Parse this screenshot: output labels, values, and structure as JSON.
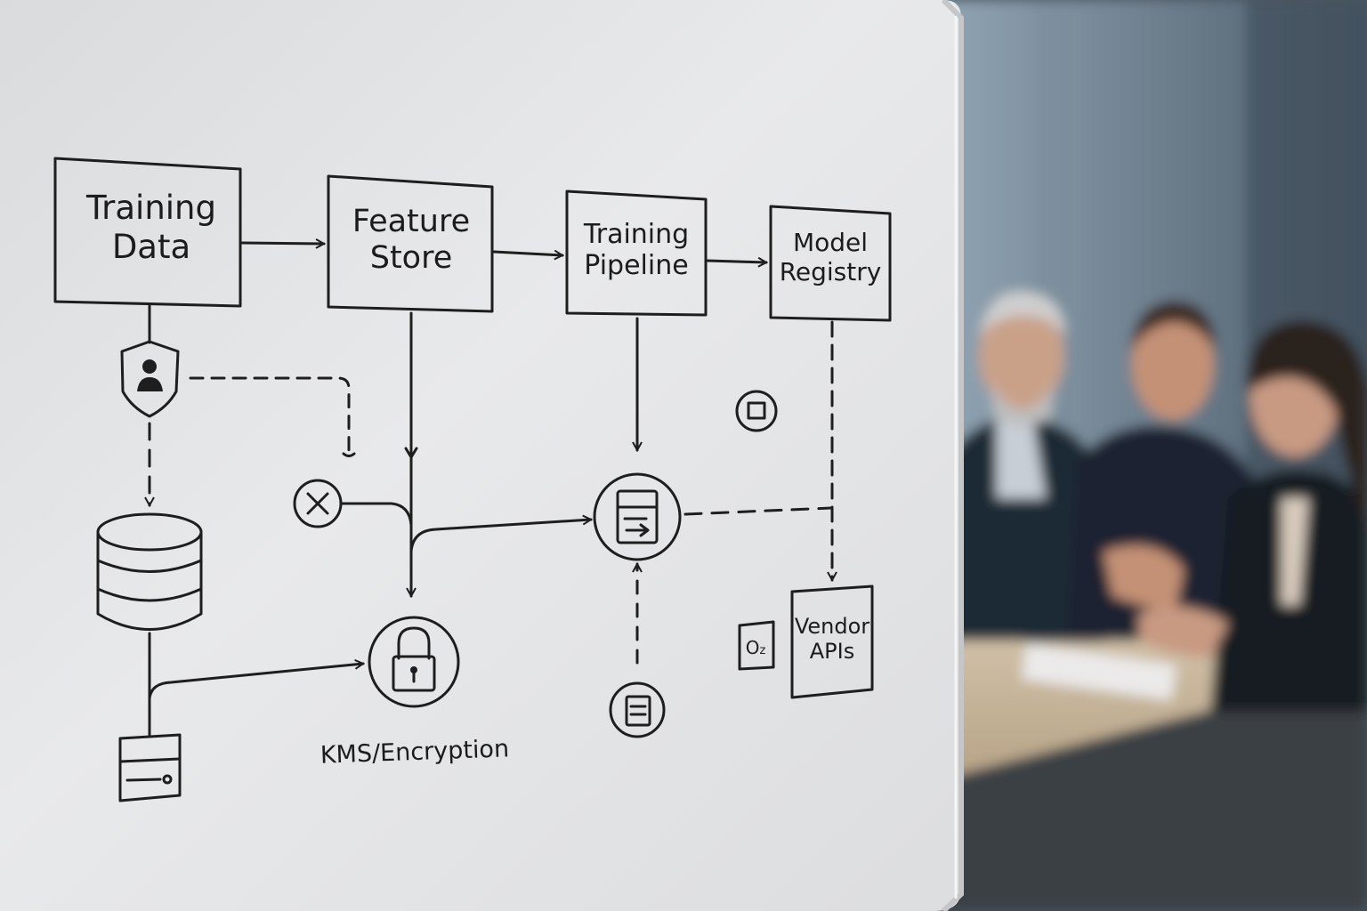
{
  "whiteboard": {
    "nodes": {
      "training_data": [
        "Training",
        "Data"
      ],
      "feature_store": [
        "Feature",
        "Store"
      ],
      "training_pipeline": [
        "Training",
        "Pipeline"
      ],
      "model_registry": [
        "Model",
        "Registry"
      ],
      "vendor_apis": [
        "Vendor",
        "APIs"
      ]
    },
    "kms_label": "KMS/Encryption",
    "icons": [
      "shield-user-icon",
      "database-icon",
      "server-icon",
      "blocked-x-icon",
      "lock-icon",
      "pipeline-step-icon",
      "document-icon",
      "frame-icon",
      "oz-badge-icon"
    ]
  },
  "colors": {
    "board": "#e4e5e6",
    "ink": "#1e1e1e",
    "frame": "#c9cbcd",
    "wall": "#5a6a78",
    "table": "#c9b59a"
  },
  "background": {
    "description_hidden": true
  }
}
